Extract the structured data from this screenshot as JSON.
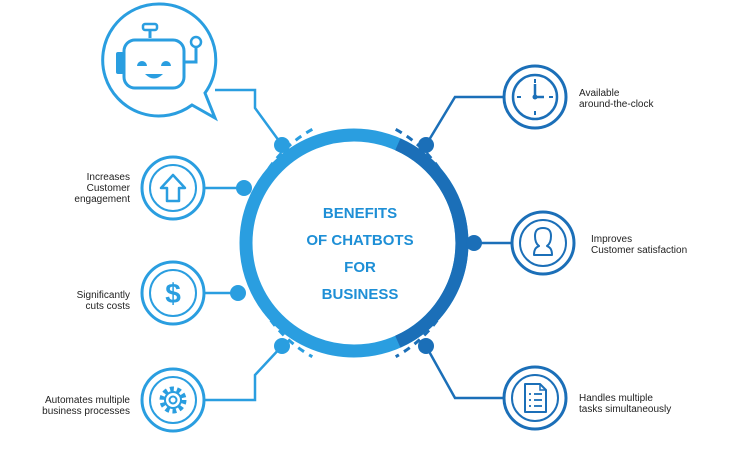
{
  "center_title": {
    "line1": "BENEFITS",
    "line2": "OF CHATBOTS",
    "line3": "FOR",
    "line4": "BUSINESS"
  },
  "benefits": {
    "engagement": {
      "line1": "Increases",
      "line2": "Customer",
      "line3": "engagement",
      "icon": "up-arrow-icon"
    },
    "costs": {
      "line1": "Significantly",
      "line2": "cuts costs",
      "icon": "dollar-icon"
    },
    "automates": {
      "line1": "Automates multiple",
      "line2": "business processes",
      "icon": "gear-icon"
    },
    "available": {
      "line1": "Available",
      "line2": "around-the-clock",
      "icon": "clock-icon"
    },
    "satisfaction": {
      "line1": "Improves",
      "line2": "Customer satisfaction",
      "icon": "user-icon"
    },
    "tasks": {
      "line1": "Handles multiple",
      "line2": "tasks simultaneously",
      "icon": "checklist-icon"
    }
  },
  "mascot": {
    "icon": "chatbot-robot-icon"
  },
  "colors": {
    "light_blue": "#2a9ee0",
    "dark_blue": "#1b6fb8",
    "text": "#222222",
    "background": "#ffffff"
  }
}
